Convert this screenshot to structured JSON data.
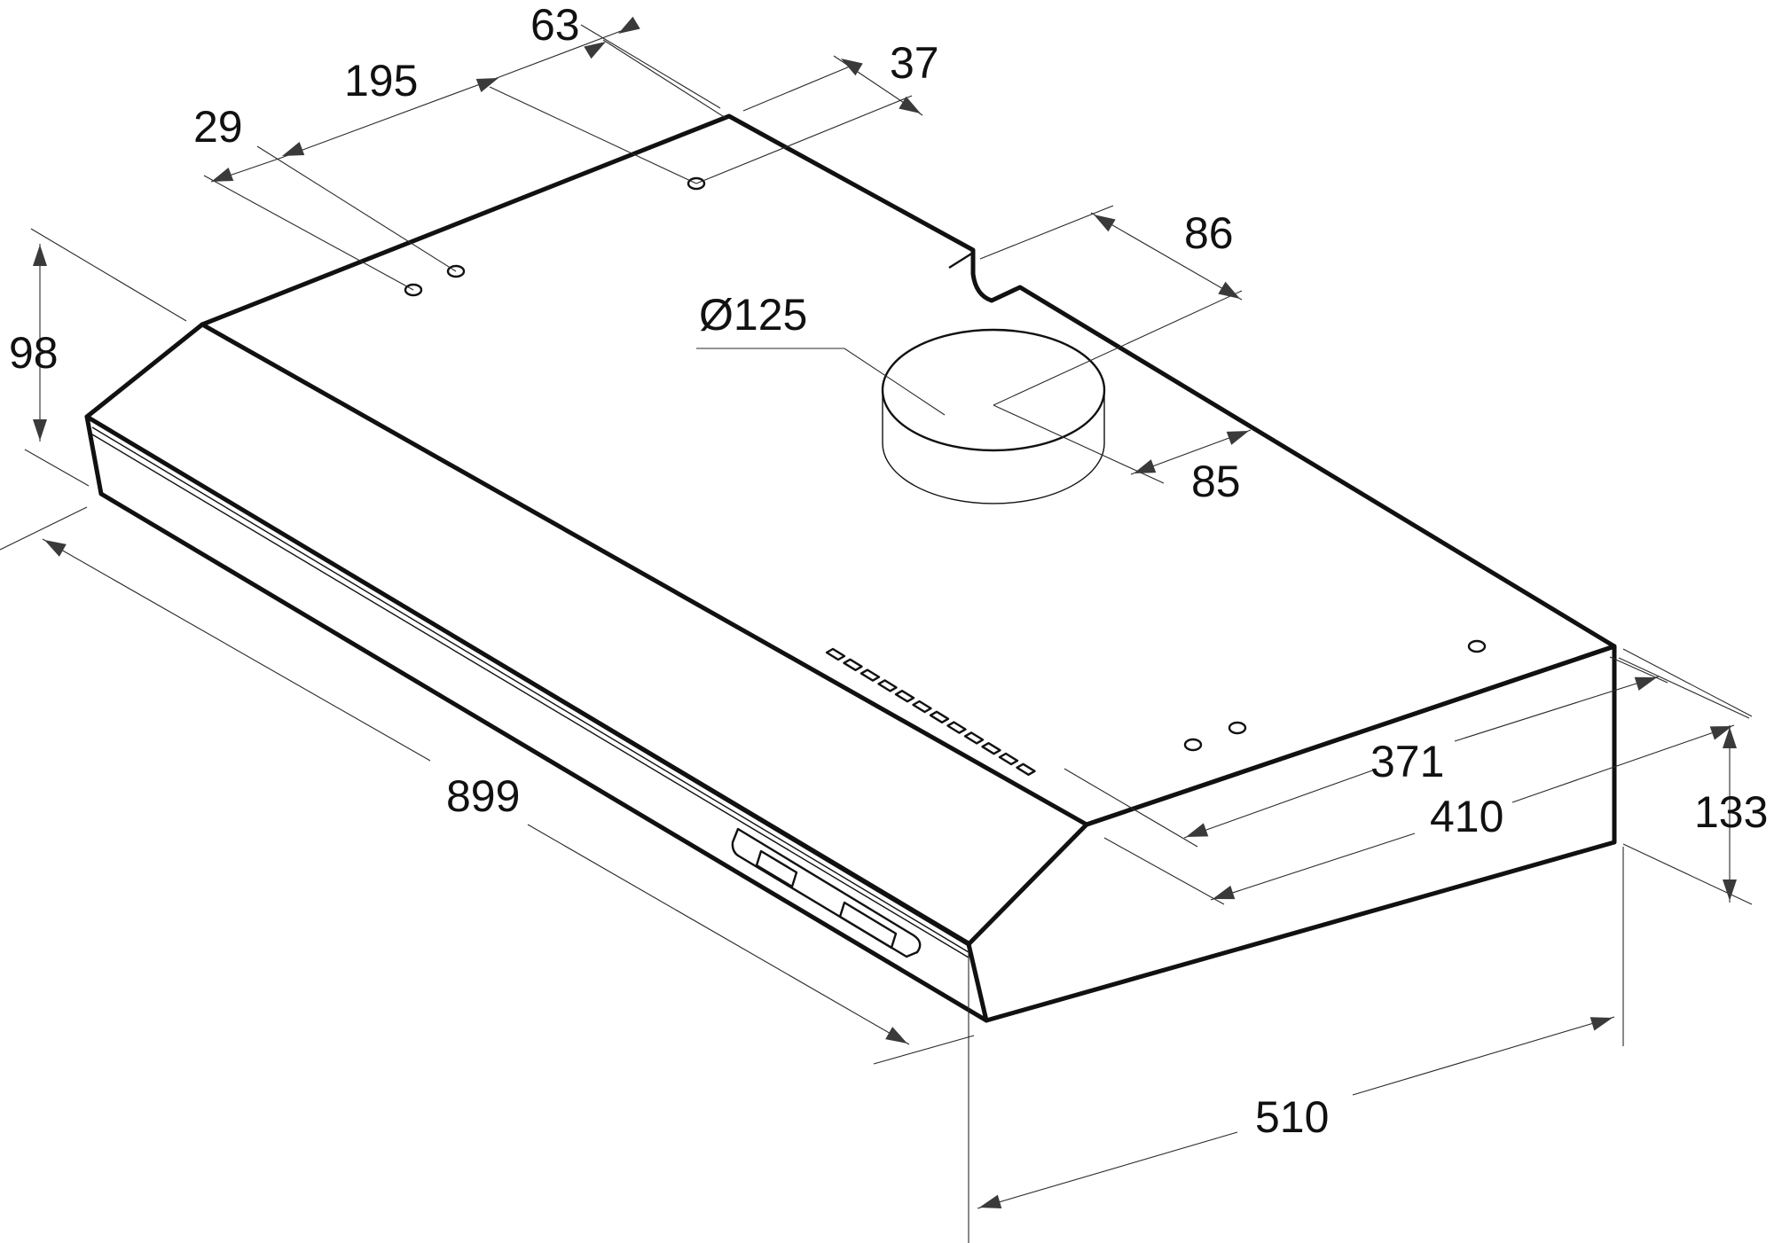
{
  "dimensions": {
    "d63": "63",
    "d195": "195",
    "d37": "37",
    "d29": "29",
    "d98": "98",
    "d86": "86",
    "duct": "Ø125",
    "d85": "85",
    "d899": "899",
    "d371": "371",
    "d410": "410",
    "d133": "133",
    "d510": "510"
  },
  "colors": {
    "line": "#111111",
    "background": "#ffffff",
    "arrow": "#3a3a3a"
  }
}
